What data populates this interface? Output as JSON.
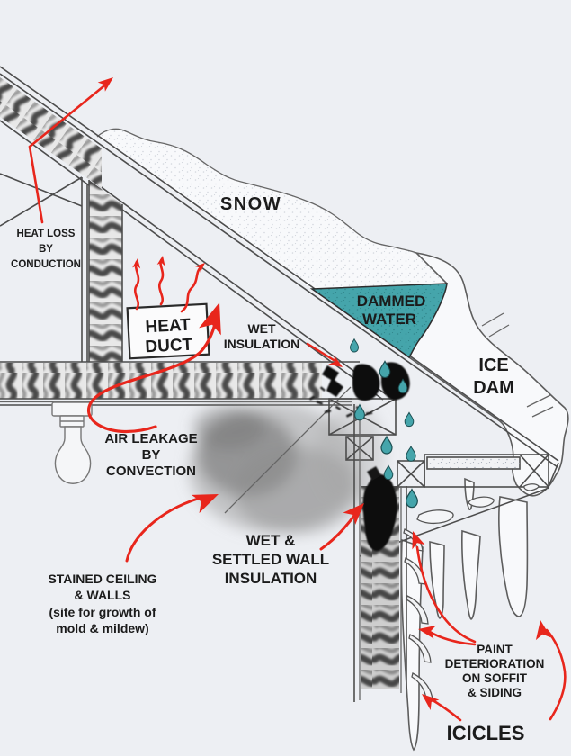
{
  "colors": {
    "arrow_red": "#e8261c",
    "water_teal": "#45a5ab",
    "ink": "#1b1b1b",
    "background": "#edeff3"
  },
  "labels": {
    "heat_loss": {
      "lines": [
        "HEAT LOSS",
        "BY",
        "CONDUCTION"
      ]
    },
    "snow": {
      "text": "SNOW"
    },
    "heat_duct": {
      "lines": [
        "HEAT",
        "DUCT"
      ]
    },
    "wet_insulation": {
      "lines": [
        "WET",
        "INSULATION"
      ]
    },
    "dammed_water": {
      "lines": [
        "DAMMED",
        "WATER"
      ]
    },
    "ice_dam": {
      "lines": [
        "ICE",
        "DAM"
      ]
    },
    "air_leakage": {
      "lines": [
        "AIR LEAKAGE",
        "BY",
        "CONVECTION"
      ]
    },
    "stained_ceiling": {
      "lines": [
        "STAINED CEILING",
        "& WALLS",
        "(site for growth of",
        "mold & mildew)"
      ]
    },
    "wet_settled": {
      "lines": [
        "WET &",
        "SETTLED WALL",
        "INSULATION"
      ]
    },
    "paint_deterioration": {
      "lines": [
        "PAINT",
        "DETERIORATION",
        "ON SOFFIT",
        "& SIDING"
      ]
    },
    "icicles": {
      "text": "ICICLES"
    }
  }
}
